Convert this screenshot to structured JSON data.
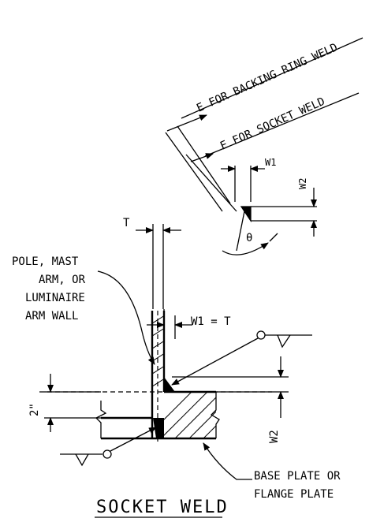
{
  "labels": {
    "backing_ring": "E FOR BACKING RING WELD",
    "socket_weld_e": "E FOR SOCKET WELD",
    "w1": "W1",
    "w2": "W2",
    "theta": "θ",
    "t": "T",
    "wall_line1": "POLE, MAST",
    "wall_line2": "ARM, OR",
    "wall_line3": "LUMINAIRE",
    "wall_line4": "ARM WALL",
    "w1_eq_t": "W1 = T",
    "two_inch": "2\"",
    "w2_lower": "W2",
    "base_line1": "BASE PLATE OR",
    "base_line2": "FLANGE PLATE",
    "title": "SOCKET WELD"
  }
}
